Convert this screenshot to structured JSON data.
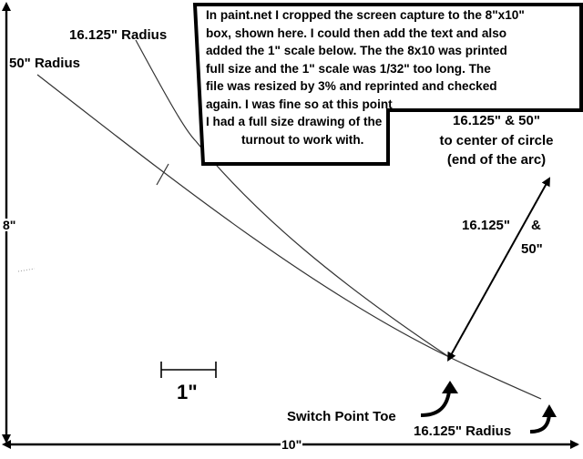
{
  "labels": {
    "radius_50_top": "50\" Radius",
    "radius_16_top": "16.125\" Radius",
    "height_dim": "8\"",
    "width_dim": "10\"",
    "scale": "1\"",
    "switch_point_toe": "Switch Point Toe",
    "radius_16_bottom": "16.125\" Radius",
    "radii_16": "16.125\"",
    "radii_amp": "&",
    "radii_50": "50\""
  },
  "center_note": [
    "16.125\" & 50\"",
    "to center of circle",
    "(end of the arc)"
  ],
  "note_lines": [
    "In paint.net I cropped the screen capture to the 8\"x10\"",
    "box, shown here.  I could then add the text and also",
    "added the 1\" scale below.  The the 8x10 was printed",
    "full size and the 1\" scale was 1/32\" too long.  The",
    "file was resized by 3% and reprinted and checked",
    "again.  I was fine so at this point",
    "I had a full size drawing of the",
    "turnout to work with."
  ],
  "colors": {
    "ink": "#000000",
    "line": "#333333",
    "background": "#ffffff"
  }
}
